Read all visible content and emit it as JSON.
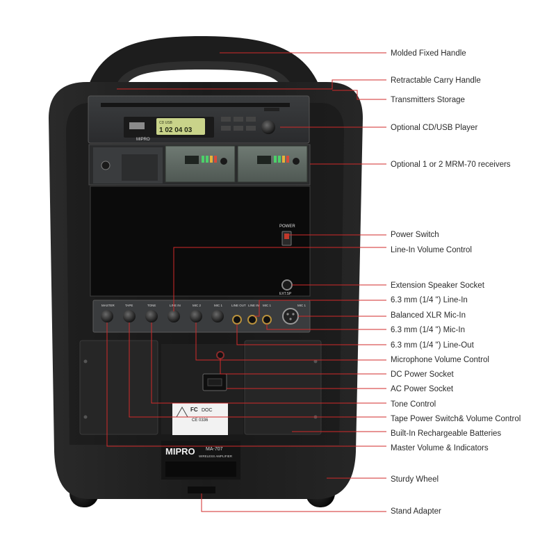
{
  "colors": {
    "leader_line": "#d22a2a",
    "body": "#1c1c1c",
    "label_text": "#2a2a2a",
    "lcd": "#c9d38a"
  },
  "cd_player": {
    "brand": "MIPRO",
    "lcd_top": "CD USB",
    "lcd_main": "1 02 04 03"
  },
  "front_panel": {
    "power_label": "POWER",
    "ext_sp_label": "EXT.SP",
    "knob_labels": [
      "MASTER",
      "TAPE",
      "TONE",
      "LINE IN",
      "MIC 2",
      "MIC 1"
    ],
    "jack_labels": [
      "LINE OUT",
      "LINE IN",
      "MIC 1"
    ],
    "xlr_label": "MIC 1"
  },
  "rear_panel": {
    "fc_mark": "FC",
    "doc_mark": "DOC",
    "ce_mark": "CE 0336"
  },
  "badge": {
    "brand": "MIPRO",
    "model": "MA-707",
    "subtitle": "WIRELESS AMPLIFIER"
  },
  "callouts": [
    "Molded Fixed Handle",
    "Retractable Carry Handle",
    "Transmitters Storage",
    "Optional CD/USB Player",
    "Optional 1 or 2 MRM-70 receivers",
    "Power Switch",
    "Line-In Volume Control",
    "Extension Speaker Socket",
    "6.3 mm (1/4 \") Line-In",
    "Balanced XLR Mic-In",
    "6.3 mm (1/4 \") Mic-In",
    "6.3 mm (1/4 \") Line-Out",
    "Microphone Volume Control",
    "DC Power Socket",
    "AC Power Socket",
    "Tone Control",
    "Tape Power Switch& Volume Control",
    "Built-In Rechargeable Batteries",
    "Master Volume & Indicators",
    "Sturdy Wheel",
    "Stand Adapter"
  ]
}
